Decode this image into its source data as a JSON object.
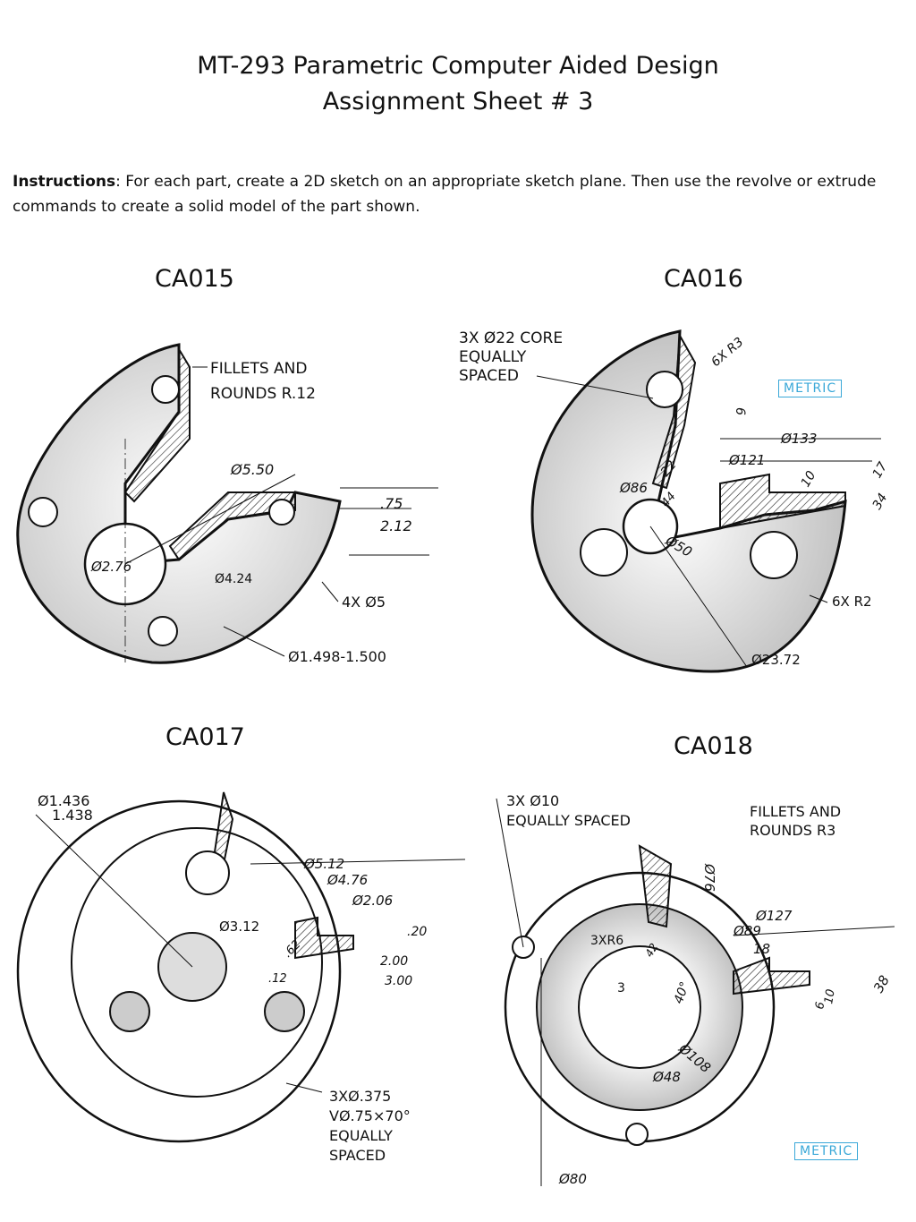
{
  "header": {
    "title_line1": "MT-293 Parametric Computer Aided Design",
    "title_line2": "Assignment Sheet # 3"
  },
  "instructions": {
    "label": "Instructions",
    "text": ": For each part, create a 2D sketch on an appropriate sketch plane. Then use the revolve or extrude commands to create a solid model of the part shown."
  },
  "parts": [
    {
      "id": "CA015",
      "notes": [
        "FILLETS AND",
        "ROUNDS R.12"
      ],
      "dims": [
        "Ø5.50",
        ".75",
        "2.12",
        "Ø2.76",
        "Ø4.24",
        "4X Ø5",
        "Ø1.498-1.500"
      ]
    },
    {
      "id": "CA016",
      "notes": [
        "3X Ø22 CORE",
        "EQUALLY",
        "SPACED"
      ],
      "dims": [
        "6X R3",
        "6",
        "Ø133",
        "Ø121",
        "22",
        "10",
        "17",
        "34",
        "Ø86",
        "44",
        "Ø50",
        "6X R2",
        "Ø23.72"
      ],
      "badge": "METRIC"
    },
    {
      "id": "CA017",
      "notes": [
        "3XØ.375",
        "VØ.75×70°",
        "EQUALLY",
        "SPACED"
      ],
      "dims": [
        "Ø1.436",
        "1.438",
        "Ø5.12",
        "Ø4.76",
        "Ø2.06",
        "Ø3.12",
        ".20",
        ".62",
        "2.00",
        ".12",
        "3.00"
      ]
    },
    {
      "id": "CA018",
      "notes": [
        "3X Ø10",
        "EQUALLY SPACED",
        "FILLETS AND",
        "ROUNDS R3"
      ],
      "dims": [
        "Ø76",
        "Ø127",
        "Ø89",
        "18",
        "3XR6",
        "42",
        "3",
        "40°",
        "6",
        "10",
        "38",
        "Ø108",
        "Ø48",
        "Ø80"
      ],
      "badge": "METRIC"
    }
  ]
}
